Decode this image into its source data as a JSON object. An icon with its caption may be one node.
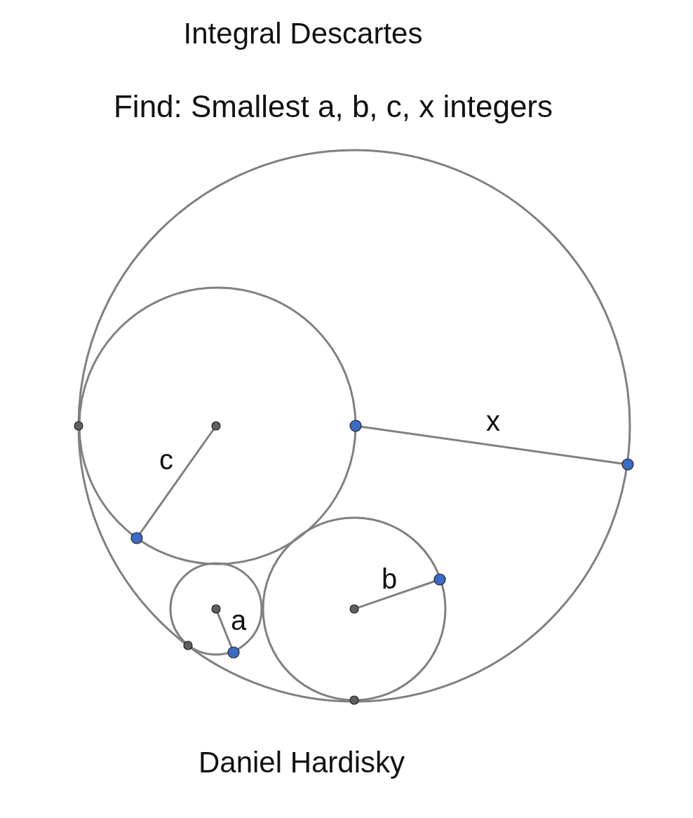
{
  "diagram": {
    "title": "Integral Descartes",
    "labels": [
      "Find: Smallest a, b, c, x integers",
      "x",
      "c",
      "b",
      "a",
      "Daniel Hardisky"
    ]
  }
}
